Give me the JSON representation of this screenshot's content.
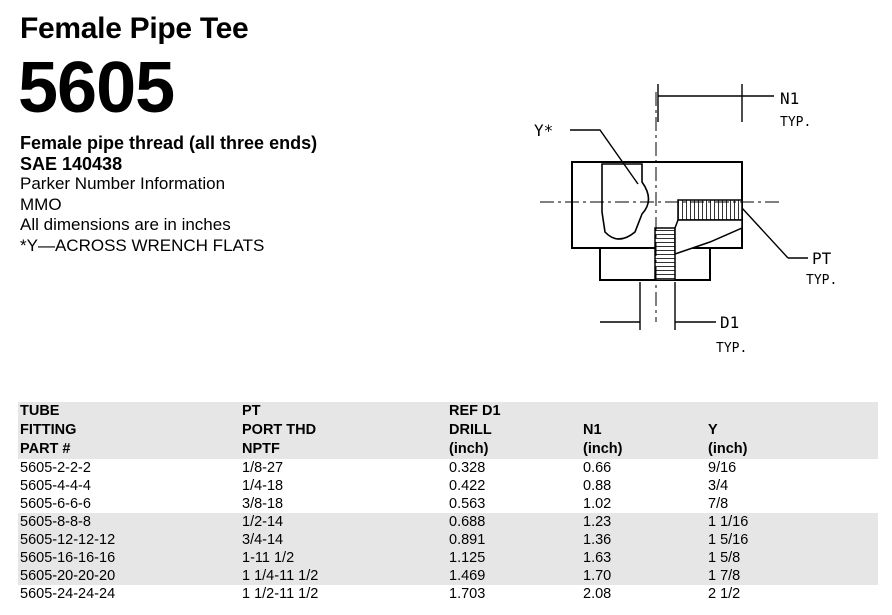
{
  "title": "Female Pipe Tee",
  "part_number": "5605",
  "info": {
    "line1": "Female pipe thread (all three ends)",
    "line2": "SAE 140438",
    "line3": "Parker Number Information",
    "line4": "MMO",
    "line5": "All dimensions are in inches",
    "line6": "*Y—ACROSS WRENCH FLATS"
  },
  "diagram": {
    "n1": "N1",
    "n1_typ": "TYP.",
    "y": "Y*",
    "pt": "PT",
    "pt_typ": "TYP.",
    "d1": "D1",
    "d1_typ": "TYP."
  },
  "table": {
    "headers": [
      [
        "TUBE",
        "FITTING",
        "PART #"
      ],
      [
        "PT",
        "PORT THD",
        "NPTF"
      ],
      [
        "REF D1",
        "DRILL",
        "(inch)"
      ],
      [
        "N1",
        "(inch)"
      ],
      [
        "Y",
        "(inch)"
      ]
    ],
    "rows": [
      [
        "5605-2-2-2",
        "1/8-27",
        "0.328",
        "0.66",
        "9/16"
      ],
      [
        "5605-4-4-4",
        "1/4-18",
        "0.422",
        "0.88",
        "3/4"
      ],
      [
        "5605-6-6-6",
        "3/8-18",
        "0.563",
        "1.02",
        "7/8"
      ],
      [
        "5605-8-8-8",
        "1/2-14",
        "0.688",
        "1.23",
        "1 1/16"
      ],
      [
        "5605-12-12-12",
        "3/4-14",
        "0.891",
        "1.36",
        "1 5/16"
      ],
      [
        "5605-16-16-16",
        "1-11 1/2",
        "1.125",
        "1.63",
        "1 5/8"
      ],
      [
        "5605-20-20-20",
        "1 1/4-11 1/2",
        "1.469",
        "1.70",
        "1 7/8"
      ],
      [
        "5605-24-24-24",
        "1 1/2-11 1/2",
        "1.703",
        "2.08",
        "2 1/2"
      ]
    ],
    "shaded_rows": [
      3,
      4,
      5,
      6
    ]
  }
}
